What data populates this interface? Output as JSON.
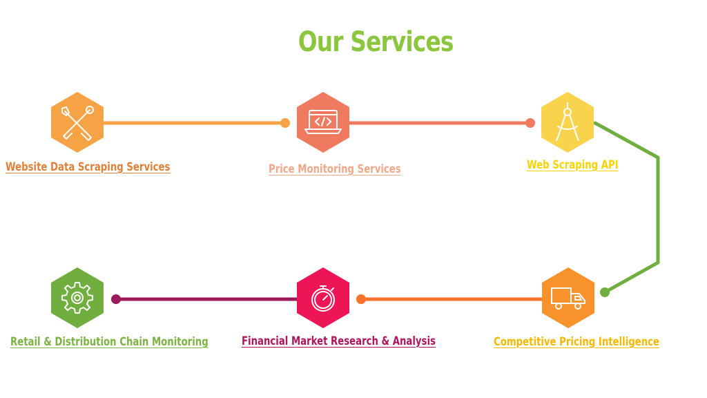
{
  "page": {
    "title": "Our Services",
    "title_color": "#8cc63f"
  },
  "services": [
    {
      "label": "Website Data Scraping Services",
      "color": "#f5a345",
      "label_color": "#e0813a",
      "icon": "tools-icon"
    },
    {
      "label": "Price Monitoring Services",
      "color": "#f07a5f",
      "label_color": "#f0a888",
      "icon": "code-laptop-icon"
    },
    {
      "label": "Web Scraping API",
      "color": "#f9d34c",
      "label_color": "#f5d400",
      "icon": "compass-icon"
    },
    {
      "label": "Competitive Pricing Intelligence",
      "color": "#f8922c",
      "label_color": "#f5b800",
      "icon": "truck-icon"
    },
    {
      "label": "Financial Market Research & Analysis",
      "color": "#ed1556",
      "label_color": "#b0145a",
      "icon": "stopwatch-icon"
    },
    {
      "label": "Retail & Distribution Chain Monitoring",
      "color": "#6fae3f",
      "label_color": "#7cb342",
      "icon": "gear-icon"
    }
  ],
  "connectors": [
    {
      "color": "#f5a345"
    },
    {
      "color": "#f07a5f"
    },
    {
      "color": "#6fae3f"
    },
    {
      "color": "#f8722c"
    },
    {
      "color": "#9c1b5c"
    }
  ]
}
